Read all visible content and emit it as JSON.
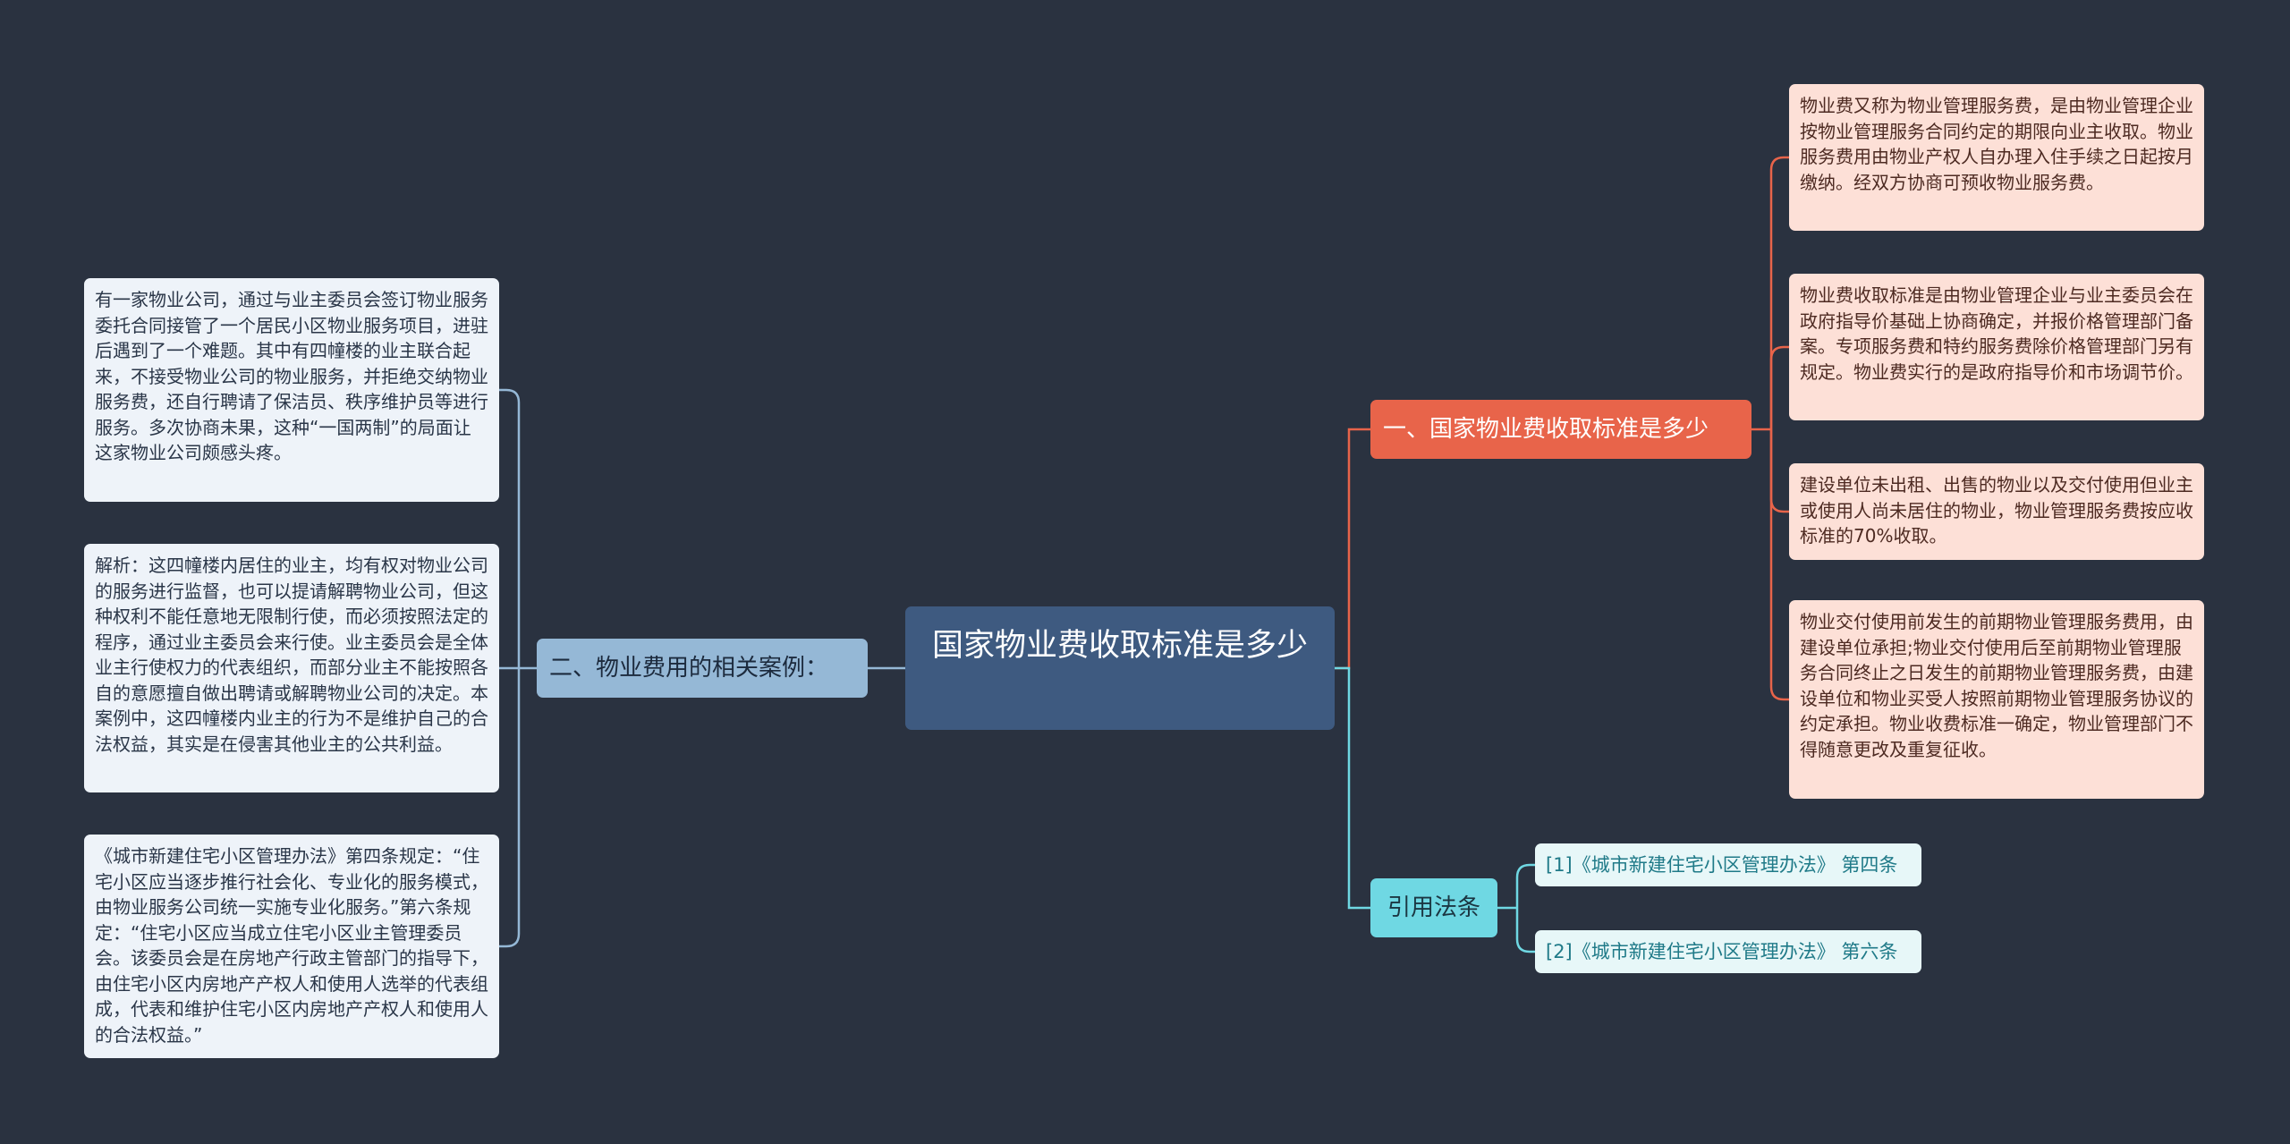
{
  "root": {
    "title": "国家物业费收取标准是多少"
  },
  "branches": {
    "standard": {
      "label": "一、国家物业费收取标准是多少",
      "color": "#e8644a",
      "items": [
        "物业费又称为物业管理服务费，是由物业管理企业按物业管理服务合同约定的期限向业主收取。物业服务费用由物业产权人自办理入住手续之日起按月缴纳。经双方协商可预收物业服务费。",
        "物业费收取标准是由物业管理企业与业主委员会在政府指导价基础上协商确定，并报价格管理部门备案。专项服务费和特约服务费除价格管理部门另有规定。物业费实行的是政府指导价和市场调节价。",
        "建设单位未出租、出售的物业以及交付使用但业主或使用人尚未居住的物业，物业管理服务费按应收标准的70%收取。",
        "物业交付使用前发生的前期物业管理服务费用，由建设单位承担;物业交付使用后至前期物业管理服务合同终止之日发生的前期物业管理服务费，由建设单位和物业买受人按照前期物业管理服务协议的约定承担。物业收费标准一确定，物业管理部门不得随意更改及重复征收。"
      ]
    },
    "cases": {
      "label": "二、物业费用的相关案例：",
      "color": "#95b8d6",
      "items": [
        "有一家物业公司，通过与业主委员会签订物业服务委托合同接管了一个居民小区物业服务项目，进驻后遇到了一个难题。其中有四幢楼的业主联合起来，不接受物业公司的物业服务，并拒绝交纳物业服务费，还自行聘请了保洁员、秩序维护员等进行服务。多次协商未果，这种“一国两制”的局面让这家物业公司颇感头疼。",
        "解析：这四幢楼内居住的业主，均有权对物业公司的服务进行监督，也可以提请解聘物业公司，但这种权利不能任意地无限制行使，而必须按照法定的程序，通过业主委员会来行使。业主委员会是全体业主行使权力的代表组织，而部分业主不能按照各自的意愿擅自做出聘请或解聘物业公司的决定。本案例中，这四幢楼内业主的行为不是维护自己的合法权益，其实是在侵害其他业主的公共利益。",
        "《城市新建住宅小区管理办法》第四条规定：“住宅小区应当逐步推行社会化、专业化的服务模式，由物业服务公司统一实施专业化服务。”第六条规定：“住宅小区应当成立住宅小区业主管理委员会。该委员会是在房地产行政主管部门的指导下，由住宅小区内房地产产权人和使用人选举的代表组成，代表和维护住宅小区内房地产产权人和使用人的合法权益。”"
      ]
    },
    "citations": {
      "label": "引用法条",
      "color": "#6fd8e3",
      "items": [
        "[1]《城市新建住宅小区管理办法》 第四条",
        "[2]《城市新建住宅小区管理办法》 第六条"
      ]
    }
  }
}
